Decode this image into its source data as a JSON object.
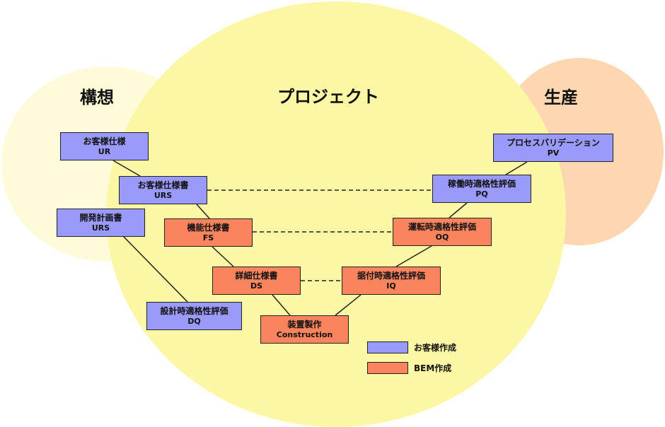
{
  "zones": {
    "concept": "構想",
    "project": "プロジェクト",
    "production": "生産"
  },
  "boxes": {
    "ur": {
      "ja": "お客様仕様",
      "en": "UR"
    },
    "urs_spec": {
      "ja": "お客様仕様書",
      "en": "URS"
    },
    "urs_dev": {
      "ja": "開発計画書",
      "en": "URS"
    },
    "fs": {
      "ja": "機能仕様書",
      "en": "FS"
    },
    "ds": {
      "ja": "詳細仕様書",
      "en": "DS"
    },
    "dq": {
      "ja": "設計時適格性評価",
      "en": "DQ"
    },
    "construction": {
      "ja": "装置製作",
      "en": "Construction"
    },
    "iq": {
      "ja": "据付時適格性評価",
      "en": "IQ"
    },
    "oq": {
      "ja": "運転時適格性評価",
      "en": "OQ"
    },
    "pq": {
      "ja": "稼働時適格性評価",
      "en": "PQ"
    },
    "pv": {
      "ja": "プロセスバリデーション",
      "en": "PV"
    }
  },
  "legend": {
    "customer": "お客様作成",
    "bem": "BEM作成"
  },
  "colors": {
    "customer": "#9a9afa",
    "bem": "#f9845e",
    "concept_bubble": "#fdfbd9",
    "project_bubble": "#fcf7a4",
    "production_bubble": "#fcd7b1"
  }
}
